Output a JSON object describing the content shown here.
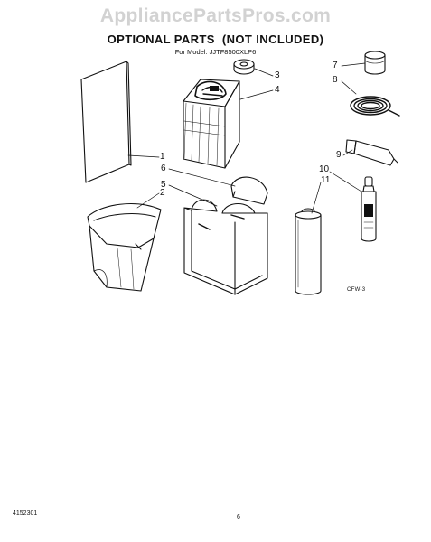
{
  "watermark": "AppliancePartsPros.com",
  "title": "OPTIONAL PARTS  (NOT INCLUDED)",
  "model_line": "For Model: JJTF8500XLP6",
  "callouts": [
    "1",
    "2",
    "3",
    "4",
    "5",
    "6",
    "7",
    "8",
    "9",
    "10",
    "11"
  ],
  "figure_code": "CFW-3",
  "footer": {
    "doc_number": "4152301",
    "page_number": "6"
  }
}
